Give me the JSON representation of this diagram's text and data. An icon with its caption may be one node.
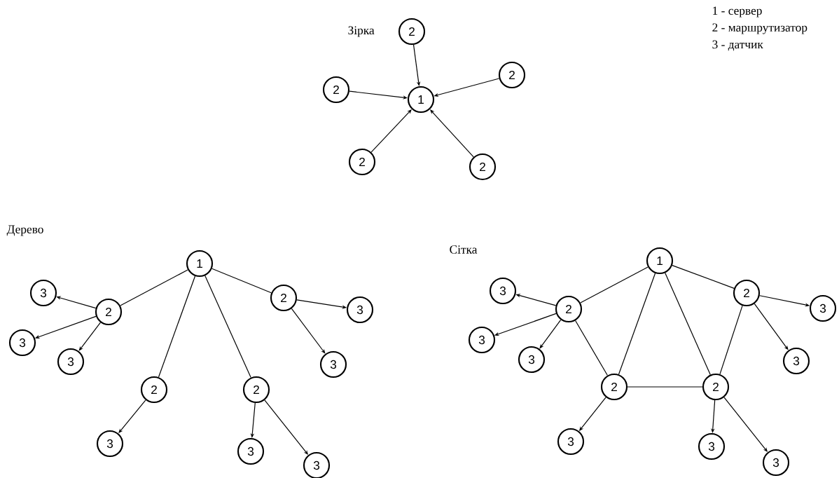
{
  "diagram": {
    "nodes": [
      {
        "text": [
          "1"
        ]
      },
      {
        "text": [
          "2"
        ]
      },
      {
        "text": [
          "2"
        ]
      },
      {
        "text": [
          "2"
        ]
      },
      {
        "text": [
          "2"
        ]
      },
      {
        "text": [
          "2"
        ]
      },
      {
        "text": [
          "1"
        ]
      },
      {
        "text": [
          "2"
        ]
      },
      {
        "text": [
          "3"
        ]
      },
      {
        "text": [
          "3"
        ]
      },
      {
        "text": [
          "3"
        ]
      },
      {
        "text": [
          "2"
        ]
      },
      {
        "text": [
          "3"
        ]
      },
      {
        "text": [
          "3"
        ]
      },
      {
        "text": [
          "2"
        ]
      },
      {
        "text": [
          "3"
        ]
      },
      {
        "text": [
          "2"
        ]
      },
      {
        "text": [
          "3"
        ]
      },
      {
        "text": [
          "3"
        ]
      },
      {
        "text": [
          "1"
        ]
      },
      {
        "text": [
          "2"
        ]
      },
      {
        "text": [
          "3"
        ]
      },
      {
        "text": [
          "3"
        ]
      },
      {
        "text": [
          "3"
        ]
      },
      {
        "text": [
          "2"
        ]
      },
      {
        "text": [
          "3"
        ]
      },
      {
        "text": [
          "3"
        ]
      },
      {
        "text": [
          "2"
        ]
      },
      {
        "text": [
          "3"
        ]
      },
      {
        "text": [
          "2"
        ]
      },
      {
        "text": [
          "3"
        ]
      },
      {
        "text": [
          "3"
        ]
      }
    ],
    "edges": [
      {
        "from": 1,
        "to": 0,
        "arrow": "to"
      },
      {
        "from": 2,
        "to": 0,
        "arrow": "to"
      },
      {
        "from": 3,
        "to": 0,
        "arrow": "to"
      },
      {
        "from": 4,
        "to": 0,
        "arrow": "to"
      },
      {
        "from": 5,
        "to": 0,
        "arrow": "to"
      },
      {
        "from": 6,
        "to": 7,
        "arrow": "none"
      },
      {
        "from": 6,
        "to": 11,
        "arrow": "none"
      },
      {
        "from": 6,
        "to": 14,
        "arrow": "none"
      },
      {
        "from": 6,
        "to": 16,
        "arrow": "none"
      },
      {
        "from": 7,
        "to": 8,
        "arrow": "to"
      },
      {
        "from": 7,
        "to": 9,
        "arrow": "to"
      },
      {
        "from": 7,
        "to": 10,
        "arrow": "to"
      },
      {
        "from": 11,
        "to": 12,
        "arrow": "to"
      },
      {
        "from": 11,
        "to": 13,
        "arrow": "to"
      },
      {
        "from": 14,
        "to": 15,
        "arrow": "to"
      },
      {
        "from": 16,
        "to": 17,
        "arrow": "to"
      },
      {
        "from": 16,
        "to": 18,
        "arrow": "to"
      },
      {
        "from": 19,
        "to": 20,
        "arrow": "none"
      },
      {
        "from": 19,
        "to": 24,
        "arrow": "none"
      },
      {
        "from": 19,
        "to": 27,
        "arrow": "none"
      },
      {
        "from": 19,
        "to": 29,
        "arrow": "none"
      },
      {
        "from": 20,
        "to": 27,
        "arrow": "none"
      },
      {
        "from": 24,
        "to": 29,
        "arrow": "none"
      },
      {
        "from": 27,
        "to": 29,
        "arrow": "none"
      },
      {
        "from": 20,
        "to": 21,
        "arrow": "to"
      },
      {
        "from": 20,
        "to": 22,
        "arrow": "to"
      },
      {
        "from": 20,
        "to": 23,
        "arrow": "to"
      },
      {
        "from": 24,
        "to": 25,
        "arrow": "to"
      },
      {
        "from": 24,
        "to": 26,
        "arrow": "to"
      },
      {
        "from": 27,
        "to": 28,
        "arrow": "to"
      },
      {
        "from": 29,
        "to": 30,
        "arrow": "to"
      },
      {
        "from": 29,
        "to": 31,
        "arrow": "to"
      }
    ],
    "labels": [
      "Зірка",
      "1 - сервер",
      "2 - маршрутизатор",
      "3 - датчик",
      "Дерево",
      "Сітка"
    ]
  }
}
